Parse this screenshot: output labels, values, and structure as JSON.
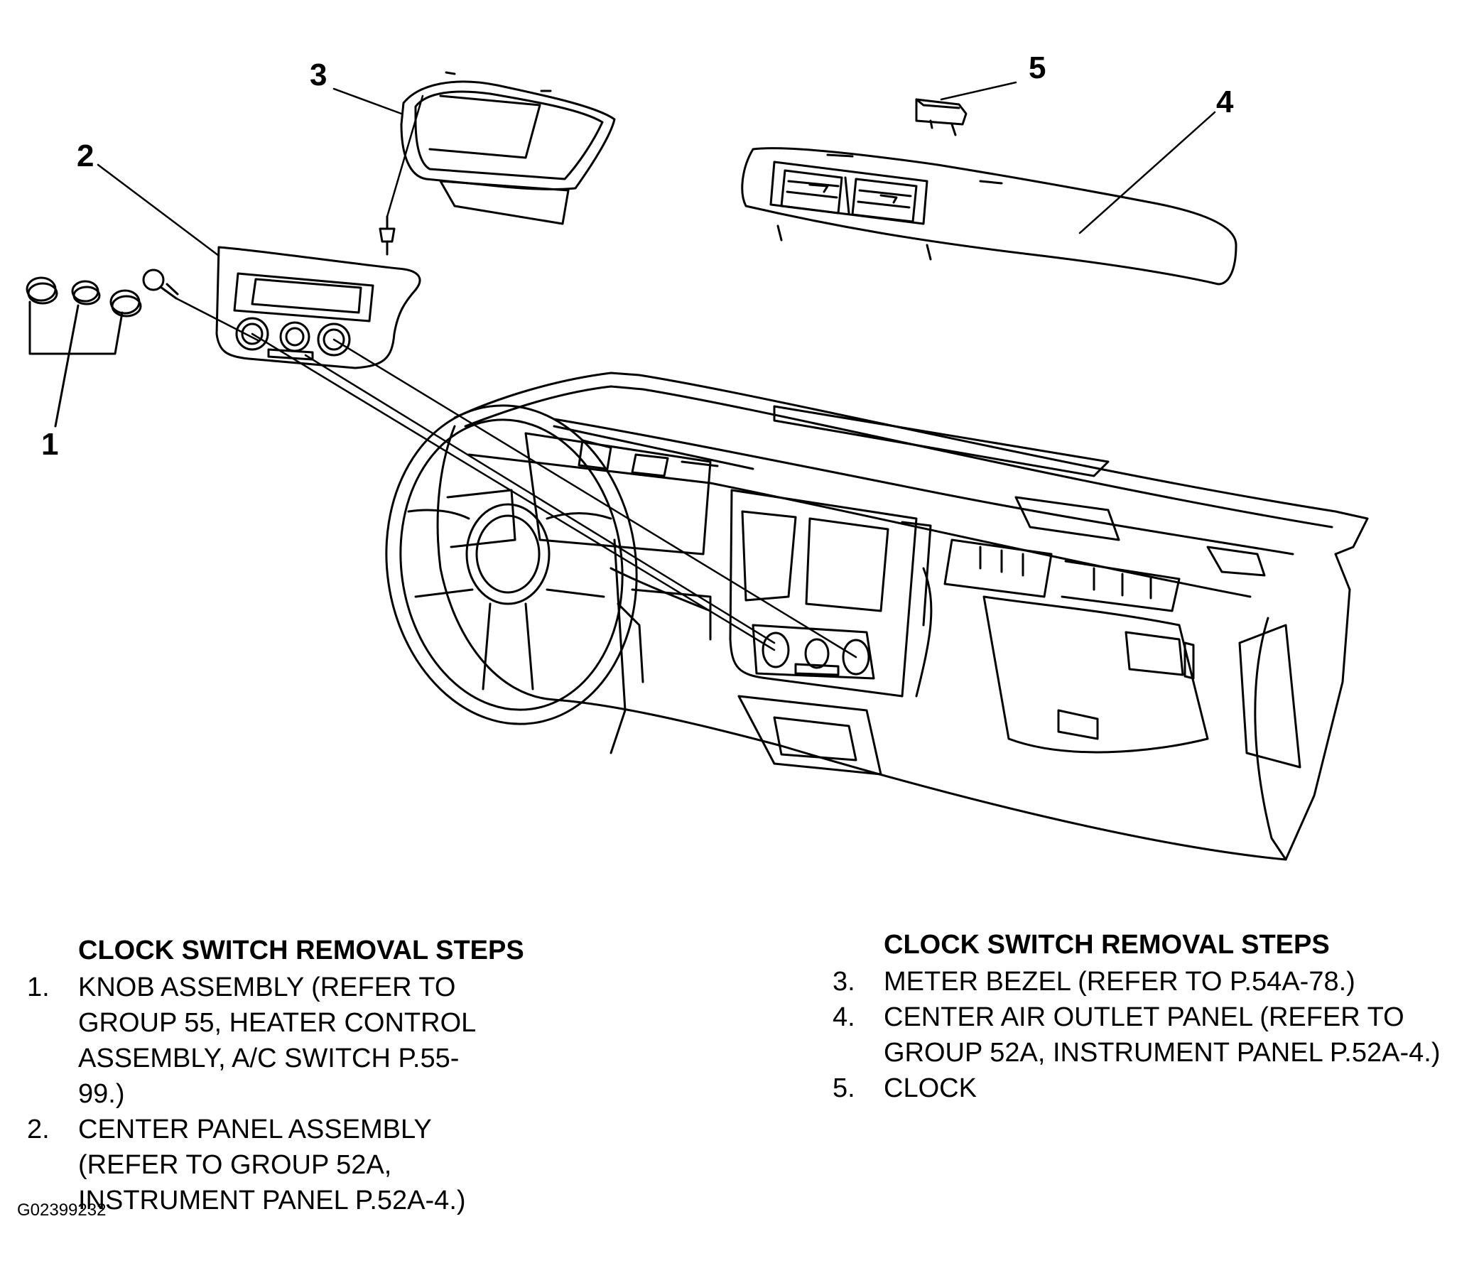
{
  "callouts": [
    "1",
    "2",
    "3",
    "4",
    "5"
  ],
  "left_steps": {
    "heading": "CLOCK SWITCH REMOVAL STEPS",
    "items": [
      {
        "num": "1.",
        "text": "KNOB ASSEMBLY (REFER TO GROUP 55, HEATER CONTROL ASSEMBLY, A/C SWITCH P.55-99.)"
      },
      {
        "num": "2.",
        "text": "CENTER PANEL ASSEMBLY (REFER TO GROUP 52A, INSTRUMENT PANEL P.52A-4.)"
      }
    ]
  },
  "right_steps": {
    "heading": "CLOCK SWITCH REMOVAL STEPS",
    "items": [
      {
        "num": "3.",
        "text": "METER BEZEL (REFER TO P.54A-78.)"
      },
      {
        "num": "4.",
        "text": "CENTER AIR OUTLET PANEL (REFER TO GROUP 52A, INSTRUMENT PANEL P.52A-4.)"
      },
      {
        "num": "5.",
        "text": "CLOCK"
      }
    ]
  },
  "figure_id": "G02399232"
}
